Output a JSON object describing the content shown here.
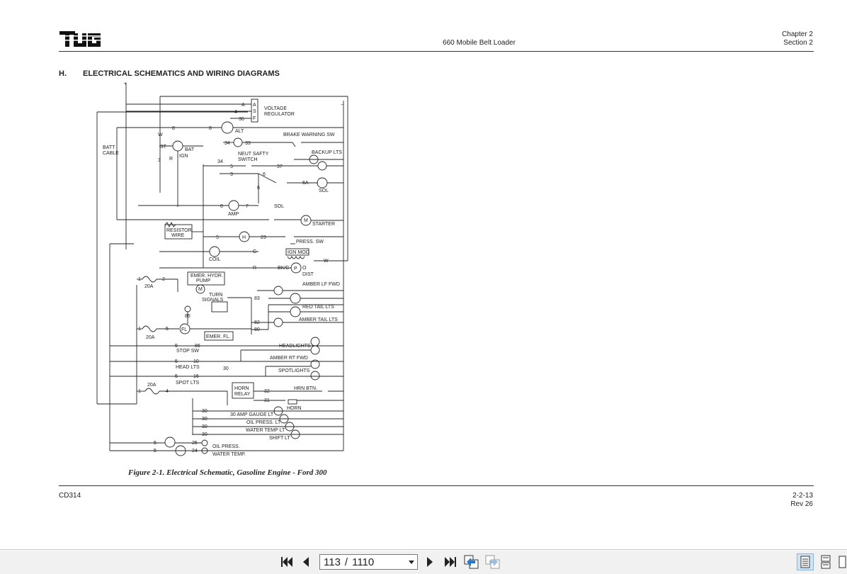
{
  "header": {
    "logo_text": "TUG",
    "doc_title": "660 Mobile Belt Loader",
    "chapter": "Chapter 2",
    "section": "Section 2"
  },
  "section": {
    "number": "H.",
    "title": "ELECTRICAL SCHEMATICS AND WIRING DIAGRAMS"
  },
  "figure": {
    "caption": "Figure 2-1.  Electrical Schematic, Gasoline Engine - Ford 300",
    "labels": {
      "plus": "+",
      "minus": "−",
      "a": "A",
      "s": "S",
      "f": "F",
      "w_term": "W",
      "voltage_regulator_1": "VOLTAGE",
      "voltage_regulator_2": "REGULATOR",
      "alt": "ALT",
      "brake_warning_sw": "BRAKE WARNING SW",
      "batt_cable_1": "BATT",
      "batt_cable_2": "CABLE",
      "st": "ST",
      "bat": "BAT",
      "ign": "IGN",
      "r": "R",
      "neut_safety_1": "NEUT SAFTY",
      "neut_safety_2": "SWITCH",
      "backup_lts": "BACKUP LTS",
      "sol": "SOL",
      "amp": "AMP",
      "starter": "STARTER",
      "resistor_wire_1": "RESISTOR",
      "resistor_wire_2": "WIRE",
      "h": "H",
      "press_sw": "PRESS. SW",
      "coil": "COIL",
      "g": "G",
      "ign_mod": "IGN MOD",
      "bkg": "BK/G",
      "p": "P",
      "o": "O",
      "dist": "DIST",
      "w_wire": "W",
      "fuse_20a": "20A",
      "emer_hydr_1": "EMER. HYDR.",
      "emer_hydr_2": "PUMP",
      "m": "M",
      "amber_lf_fwd": "AMBER LF FWD",
      "turn_signals_1": "TURN",
      "turn_signals_2": "SIGNALS",
      "red_tail_lts": "RED TAIL LTS",
      "amber_tail_lts": "AMBER TAIL LTS",
      "fl": "FL",
      "emer_fl": "EMER. FL.",
      "stop_sw": "STOP SW",
      "headlights": "HEADLIGHTS",
      "amber_rt_fwd": "AMBER RT FWD",
      "head_lts": "HEAD LTS",
      "spotlights": "SPOTLIGHTS",
      "spot_lts": "SPOT LTS",
      "horn_relay_1": "HORN",
      "horn_relay_2": "RELAY",
      "hrn_btn": "HRN BTN.",
      "horn": "HORN",
      "gauge_lt": "30 AMP GAUGE LT",
      "oil_press_lt": "OIL PRESS. LT",
      "water_temp_lt": "WATER TEMP LT",
      "shift_lt": "SHIFT LT",
      "oil_press": "OIL PRESS.",
      "water_temp": "WATER TEMP.",
      "n1": "1",
      "n2": "2",
      "n3": "3",
      "n4": "4",
      "n5": "5",
      "n6": "6",
      "n6a": "6A",
      "n7": "7",
      "n8": "8",
      "n10": "10",
      "n16": "16",
      "n23": "23",
      "n24": "24",
      "n25": "25",
      "n30": "30",
      "n31": "31",
      "n32": "32",
      "n33": "33",
      "n34": "34",
      "n36": "36",
      "n37": "37",
      "n80": "80",
      "n82": "82",
      "n83": "83",
      "n85": "85",
      "n86": "86"
    }
  },
  "footer": {
    "doc_code": "CD314",
    "page_ref": "2-2-13",
    "revision": "Rev 26"
  },
  "toolbar": {
    "current_page": "113",
    "separator": "/",
    "total_pages": "1110"
  }
}
